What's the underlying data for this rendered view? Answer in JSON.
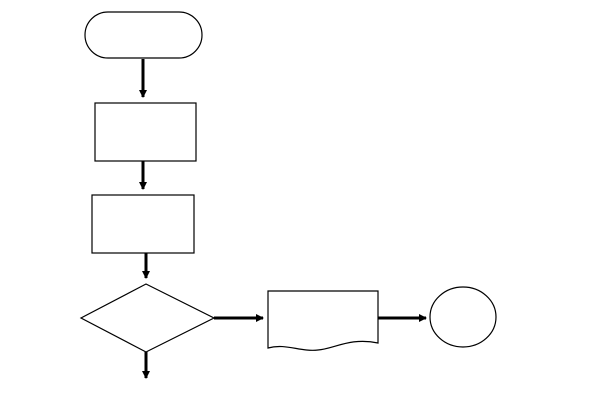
{
  "diagram": {
    "type": "flowchart",
    "line_color": "#000000",
    "fill_color": "#ffffff",
    "nodes": [
      {
        "id": "start",
        "shape": "terminator",
        "label": ""
      },
      {
        "id": "process-1",
        "shape": "process",
        "label": ""
      },
      {
        "id": "process-2",
        "shape": "process",
        "label": ""
      },
      {
        "id": "decision",
        "shape": "decision",
        "label": ""
      },
      {
        "id": "document",
        "shape": "document",
        "label": ""
      },
      {
        "id": "connector",
        "shape": "connector",
        "label": ""
      }
    ],
    "edges": [
      {
        "from": "start",
        "to": "process-1"
      },
      {
        "from": "process-1",
        "to": "process-2"
      },
      {
        "from": "process-2",
        "to": "decision"
      },
      {
        "from": "decision",
        "to": "document"
      },
      {
        "from": "document",
        "to": "connector"
      },
      {
        "from": "decision",
        "to": ""
      }
    ]
  }
}
